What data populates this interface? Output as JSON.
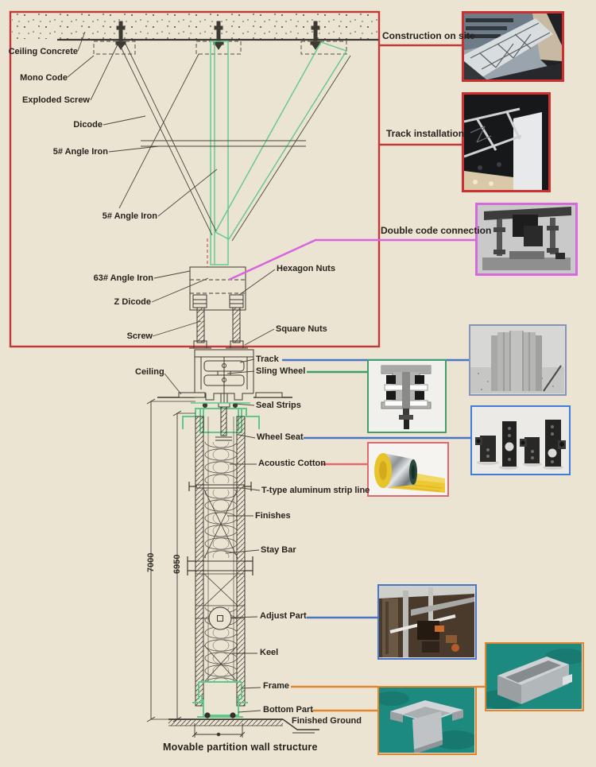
{
  "labels": {
    "ceiling_concrete": "Ceiling Concrete",
    "mono_code": "Mono Code",
    "exploded_screw": "Exploded Screw",
    "dicode": "Dicode",
    "angle_iron_5_upper": "5# Angle Iron",
    "angle_iron_5_lower": "5# Angle Iron",
    "angle_iron_63": "63# Angle Iron",
    "z_dicode": "Z Dicode",
    "screw": "Screw",
    "hexagon_nuts": "Hexagon Nuts",
    "square_nuts": "Square Nuts",
    "track": "Track",
    "ceiling": "Ceiling",
    "sling_wheel": "Sling Wheel",
    "seal_strips": "Seal Strips",
    "wheel_seat": "Wheel Seat",
    "acoustic_cotton": "Acoustic Cotton",
    "t_type_strip": "T-type aluminum strip line",
    "finishes": "Finishes",
    "stay_bar": "Stay Bar",
    "adjust_part": "Adjust Part",
    "keel": "Keel",
    "frame": "Frame",
    "bottom_part": "Bottom Part",
    "finished_ground": "Finished Ground"
  },
  "callouts": {
    "construction_on_site": "Construction on site",
    "track_installation": "Track installation",
    "double_code_connection": "Double code connection"
  },
  "dimensions": {
    "overall_height": "7000",
    "panel_height": "6950"
  },
  "caption": "Movable partition wall structure",
  "colors": {
    "background": "#ece4d3",
    "diagram_red": "#c03a36",
    "photo_border_red": "#cc2f2f",
    "connector_blue": "#4a74c4",
    "muted_blue_border": "#8694b8",
    "connector_green": "#3f9e6a",
    "connector_pink": "#e0696e",
    "connector_magenta": "#d665dd",
    "connector_orange": "#e2862d",
    "drawing_green": "#5fc98a",
    "line_dark": "#3d3a33"
  }
}
